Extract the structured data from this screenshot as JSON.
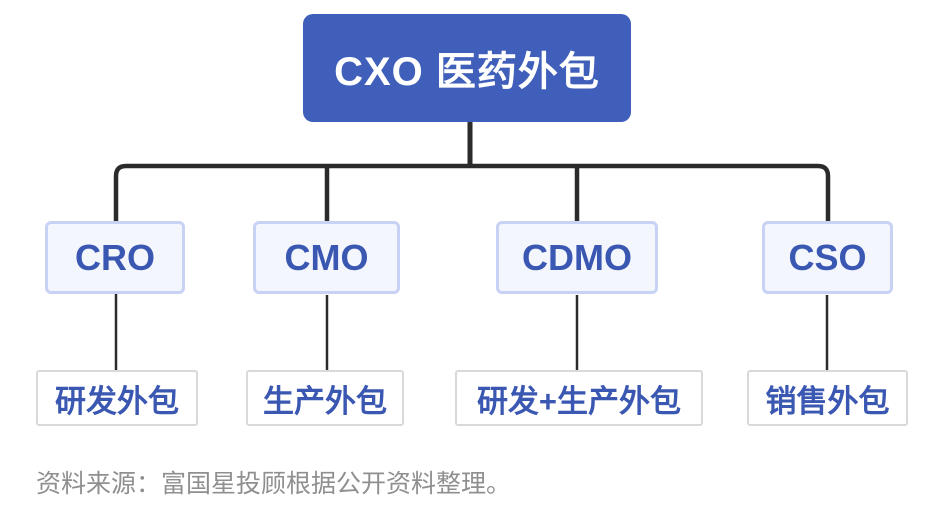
{
  "diagram": {
    "root": {
      "label": "CXO 医药外包"
    },
    "children": [
      {
        "label": "CRO",
        "sub": "研发外包"
      },
      {
        "label": "CMO",
        "sub": "生产外包"
      },
      {
        "label": "CDMO",
        "sub": "研发+生产外包"
      },
      {
        "label": "CSO",
        "sub": "销售外包"
      }
    ]
  },
  "footer": {
    "source": "资料来源：富国星投顾根据公开资料整理。"
  },
  "colors": {
    "root_bg": "#3f5fba",
    "root_text": "#ffffff",
    "node_bg": "#f4f6fe",
    "node_border": "#c8d2f4",
    "node_text": "#3a57b2",
    "leaf_bg": "#ffffff",
    "leaf_border": "#d9d9d9",
    "leaf_text": "#3a57b2",
    "connector_line": "#2b2b2b",
    "source_text": "#8f8f8f"
  }
}
